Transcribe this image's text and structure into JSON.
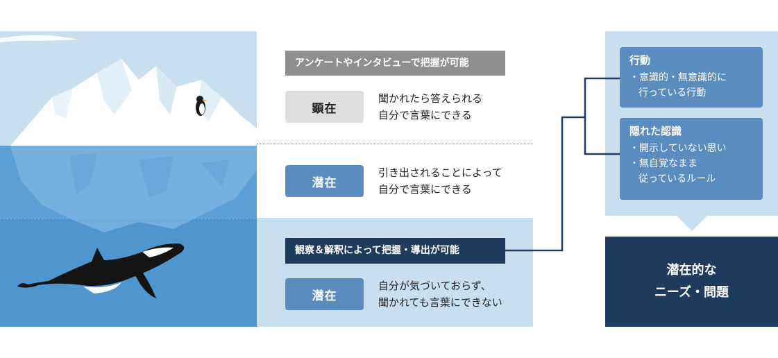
{
  "colors": {
    "sky": "#c9dfee",
    "water_upper": "#5b9fd6",
    "water_lower": "#4f95d0",
    "grey_bar": "#8f8f8f",
    "navy": "#1f3c5f",
    "chip_blue": "#5b8cbf",
    "chip_light": "#dedede",
    "band": "#c9dfee"
  },
  "icons": [
    "iceberg-icon",
    "penguin-icon",
    "orca-icon"
  ],
  "surface": {
    "method_label": "アンケートやインタビューで把握が可能",
    "explicit": {
      "chip": "顕在",
      "lines": [
        "聞かれたら答えられる",
        "自分で言葉にできる"
      ]
    },
    "latent": {
      "chip": "潜在",
      "lines": [
        "引き出されることによって",
        "自分で言葉にできる"
      ]
    }
  },
  "deep": {
    "method_label": "観察＆解釈によって把握・導出が可能",
    "latent": {
      "chip": "潜在",
      "lines": [
        "自分が気づいておらず、",
        "聞かれても言葉にできない"
      ]
    }
  },
  "cards": {
    "behavior": {
      "title": "行動",
      "item1": "・意識的・無意識的に",
      "item1_cont": "行っている行動"
    },
    "hidden": {
      "title": "隠れた認識",
      "item1": "・開示していない思い",
      "item2": "・無自覚なまま",
      "item2_cont": "従っているルール"
    }
  },
  "result": {
    "line1": "潜在的な",
    "line2": "ニーズ・問題"
  }
}
